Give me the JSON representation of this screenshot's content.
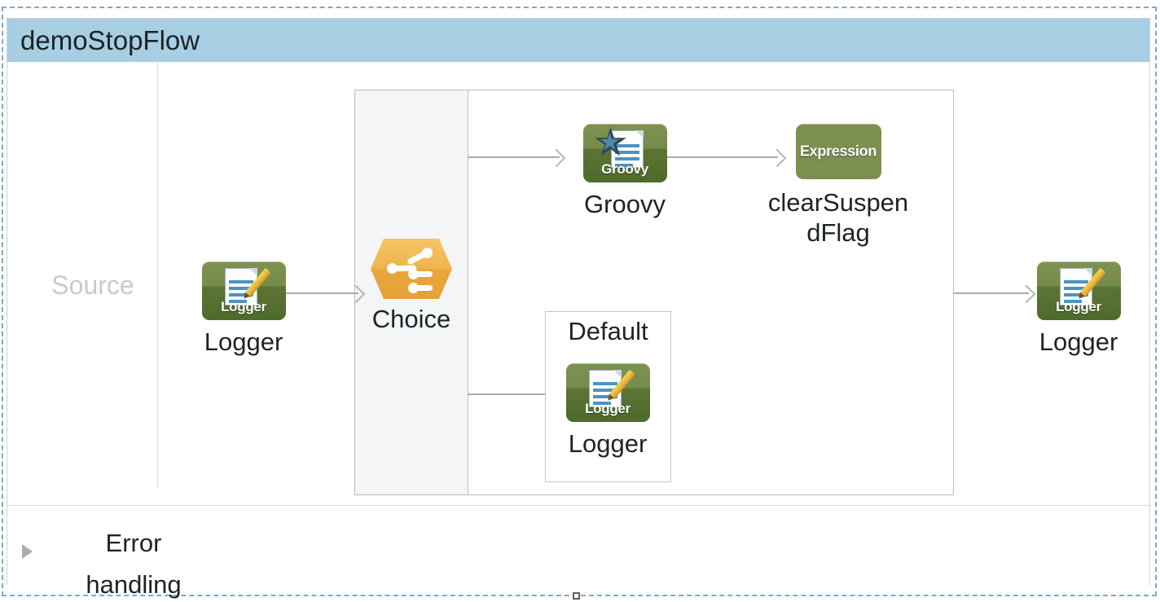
{
  "flow": {
    "title": "demoStopFlow",
    "header_color": "#a7cee3",
    "source_label": "Source",
    "error_handling_label": "Error handling",
    "error_handling_lines": [
      "Error",
      "handling"
    ],
    "default_scope_label": "Default",
    "nodes": [
      {
        "id": "logger-in",
        "label": "Logger",
        "icon": "logger-icon",
        "icon_caption": "Logger"
      },
      {
        "id": "choice",
        "label": "Choice",
        "icon": "choice-icon",
        "icon_caption": ""
      },
      {
        "id": "groovy",
        "label": "Groovy",
        "icon": "groovy-icon",
        "icon_caption": "Groovy"
      },
      {
        "id": "expression",
        "label": "clearSuspendFlag",
        "icon": "expression-icon",
        "icon_caption": "Expression"
      },
      {
        "id": "logger-def",
        "label": "Logger",
        "icon": "logger-icon",
        "icon_caption": "Logger"
      },
      {
        "id": "logger-out",
        "label": "Logger",
        "icon": "logger-icon",
        "icon_caption": "Logger"
      }
    ],
    "label_wrapped": {
      "expression": [
        "clearSuspen",
        "dFlag"
      ]
    },
    "colors": {
      "processor_green": "#768b4a",
      "choice_orange": "#f0b44e",
      "connector_gray": "#a7acb0",
      "source_text": "#c6cbcf",
      "selection_border": "#7fa8c9",
      "lane_fill": "#f3f5f6"
    }
  }
}
